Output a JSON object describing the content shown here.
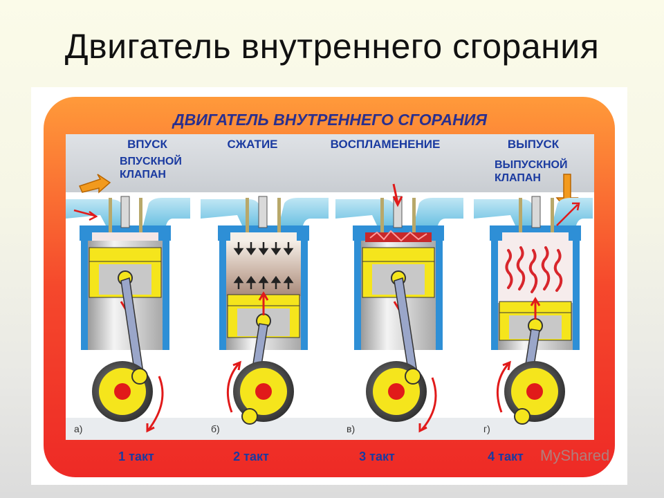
{
  "slide": {
    "title": "Двигатель внутреннего сгорания"
  },
  "diagram": {
    "header": "ДВИГАТЕЛЬ ВНУТРЕННЕГО СГОРАНИЯ",
    "strokes": [
      {
        "name": "ВПУСК",
        "letter": "а)",
        "takt": "1 такт",
        "valve_label": [
          "ВПУСКНОЙ",
          "КЛАПАН"
        ]
      },
      {
        "name": "СЖАТИЕ",
        "letter": "б)",
        "takt": "2  такт"
      },
      {
        "name": "ВОСПЛАМЕНЕНИЕ",
        "letter": "в)",
        "takt": "3 такт"
      },
      {
        "name": "ВЫПУСК",
        "letter": "г)",
        "takt": "4 такт",
        "valve_label": [
          "ВЫПУСКНОЙ",
          "КЛАПАН"
        ]
      }
    ],
    "watermark": "MyShared",
    "colors": {
      "frame_red": "#f2362b",
      "frame_orange": "#ff8a2a",
      "header_text": "#2a2f8e",
      "cylinder_blue": "#2e8fd6",
      "piston_yellow": "#f5e51c",
      "crank_red": "#e11a1a",
      "label_blue": "#1a3aa0"
    }
  }
}
